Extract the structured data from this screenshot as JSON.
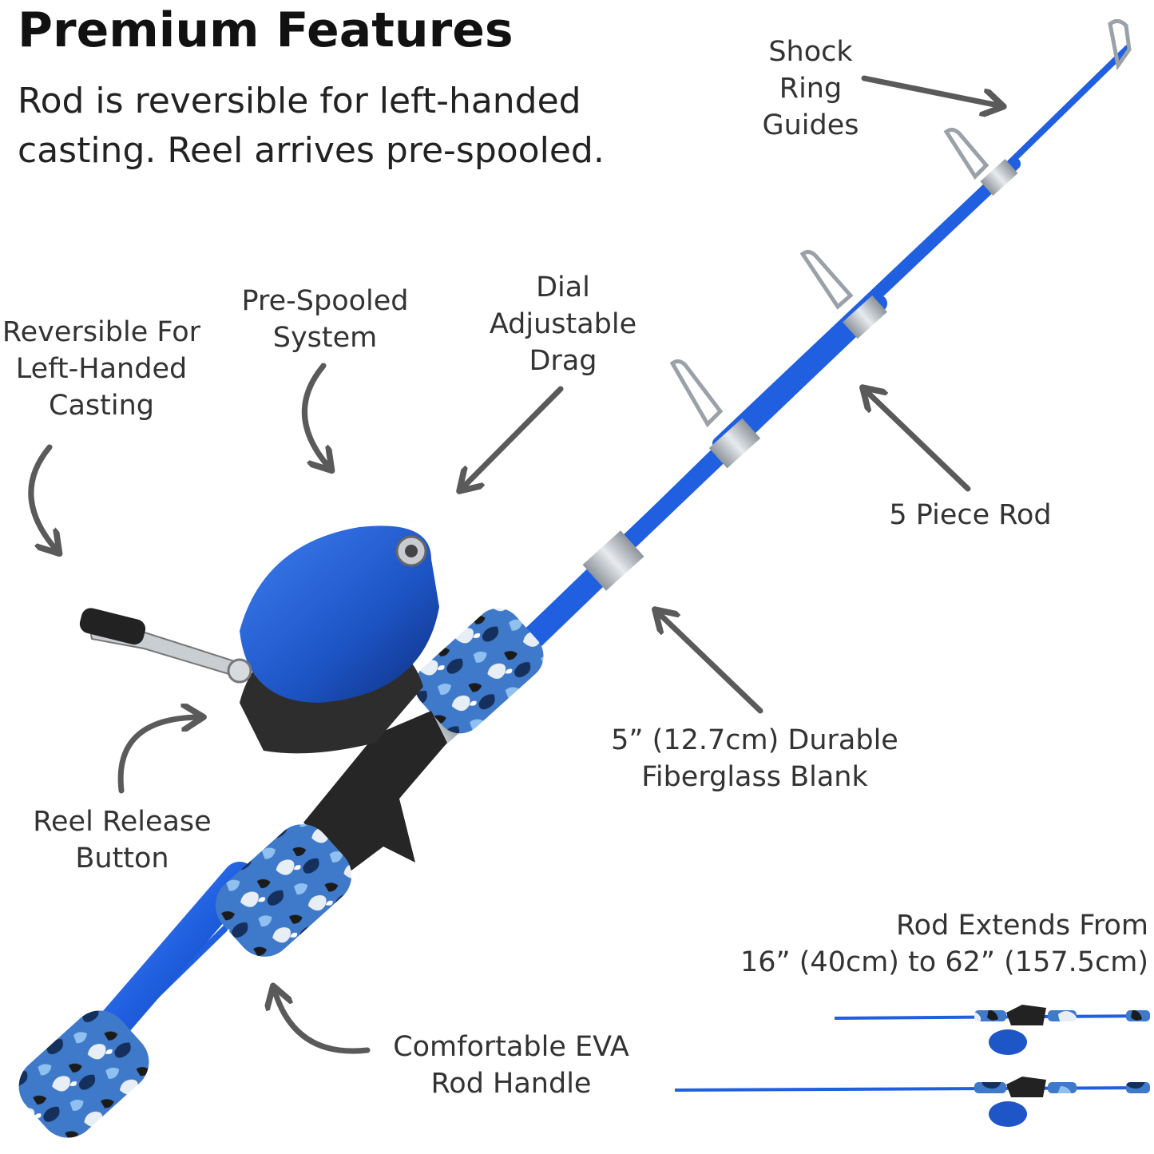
{
  "header": {
    "title": "Premium Features",
    "subtitle_line1": "Rod is reversible for left-handed",
    "subtitle_line2": "casting. Reel arrives pre-spooled."
  },
  "callouts": {
    "shock_ring": [
      "Shock",
      "Ring",
      "Guides"
    ],
    "pre_spooled": [
      "Pre-Spooled",
      "System"
    ],
    "dial_drag": [
      "Dial",
      "Adjustable",
      "Drag"
    ],
    "reversible": [
      "Reversible For",
      "Left-Handed",
      "Casting"
    ],
    "five_piece": [
      "5 Piece Rod"
    ],
    "fiberglass": [
      "5” (12.7cm) Durable",
      "Fiberglass Blank"
    ],
    "reel_release": [
      "Reel Release",
      "Button"
    ],
    "eva_handle": [
      "Comfortable EVA",
      "Rod Handle"
    ],
    "extends": [
      "Rod Extends From",
      "16” (40cm) to 62” (157.5cm)"
    ]
  },
  "colors": {
    "rod_blue": "#1f5fe0",
    "camo_dark": "#1c3b6e",
    "camo_light": "#7fb3ea",
    "reel_body": "#2b2b2b",
    "reel_cover": "#1e56c8",
    "arrow": "#5a5a5a",
    "guide_silver": "#b9bec4"
  }
}
